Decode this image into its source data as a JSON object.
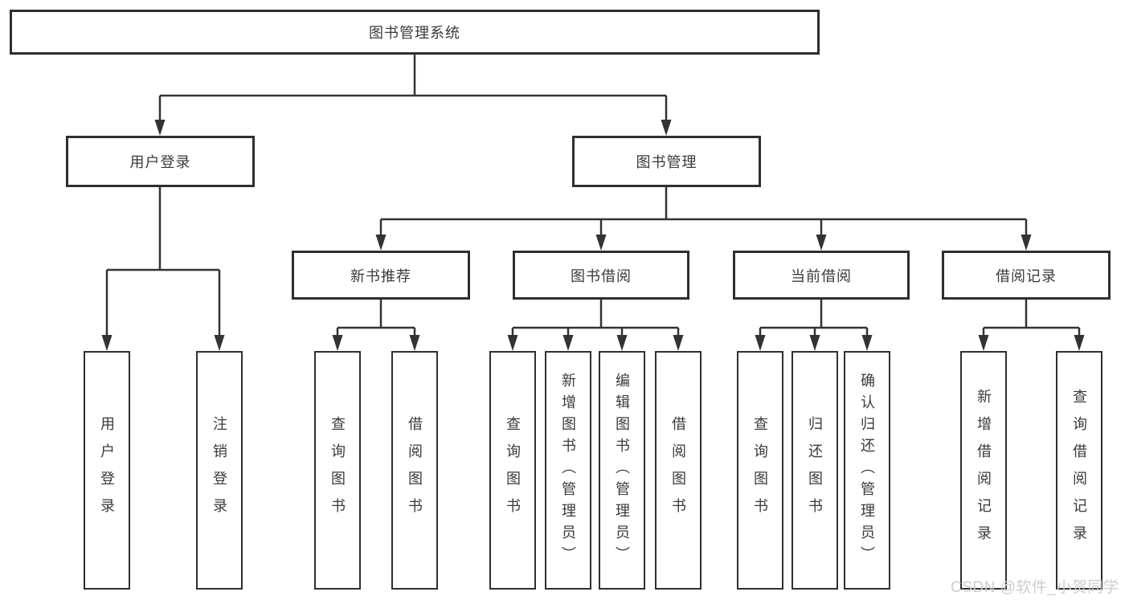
{
  "diagram": {
    "watermark": "CSDN @软件_小贺同学",
    "colors": {
      "line": "#333333",
      "box_border": "#2f2f2f",
      "text": "#3a3a3a",
      "watermark": "#cdcdcd",
      "background": "#ffffff"
    },
    "nodes": {
      "root": {
        "label": "图书管理系统",
        "children": [
          "userLogin",
          "bookManagement"
        ]
      },
      "userLogin": {
        "label": "用户登录",
        "children": [
          "loginLeaf",
          "logoutLeaf"
        ]
      },
      "bookManagement": {
        "label": "图书管理",
        "children": [
          "newBookRecommend",
          "bookBorrow",
          "currentBorrow",
          "borrowRecord"
        ]
      },
      "loginLeaf": {
        "label": "用户登录"
      },
      "logoutLeaf": {
        "label": "注销登录"
      },
      "newBookRecommend": {
        "label": "新书推荐",
        "children": [
          "nbQueryBook",
          "nbBorrowBook"
        ]
      },
      "bookBorrow": {
        "label": "图书借阅",
        "children": [
          "bbQueryBook",
          "bbAddBook",
          "bbEditBook",
          "bbBorrowBook"
        ]
      },
      "currentBorrow": {
        "label": "当前借阅",
        "children": [
          "cbQueryBook",
          "cbReturnBook",
          "cbConfirmReturn"
        ]
      },
      "borrowRecord": {
        "label": "借阅记录",
        "children": [
          "brAddRecord",
          "brQueryRecord"
        ]
      },
      "nbQueryBook": {
        "label": "查询图书"
      },
      "nbBorrowBook": {
        "label": "借阅图书"
      },
      "bbQueryBook": {
        "label": "查询图书"
      },
      "bbAddBook": {
        "label": "新增图书（管理员）"
      },
      "bbEditBook": {
        "label": "编辑图书（管理员）"
      },
      "bbBorrowBook": {
        "label": "借阅图书"
      },
      "cbQueryBook": {
        "label": "查询图书"
      },
      "cbReturnBook": {
        "label": "归还图书"
      },
      "cbConfirmReturn": {
        "label": "确认归还（管理员）"
      },
      "brAddRecord": {
        "label": "新增借阅记录"
      },
      "brQueryRecord": {
        "label": "查询借阅记录"
      }
    }
  }
}
